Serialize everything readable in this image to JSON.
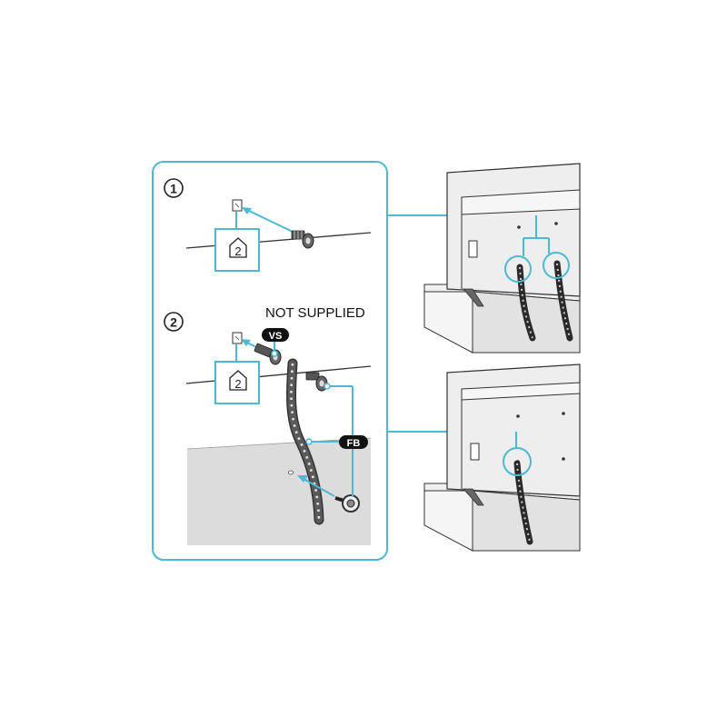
{
  "steps": [
    {
      "number": "1",
      "part_label": "2"
    },
    {
      "number": "2",
      "part_label": "2"
    }
  ],
  "note": "NOT SUPPLIED",
  "callouts": {
    "vs": "VS",
    "fb": "FB"
  },
  "colors": {
    "accent": "#4db8d4",
    "line": "#3a3a3a",
    "wall": "#dcdcdc",
    "tv_body": "#eeeeee",
    "stand": "#e2e2e2"
  }
}
